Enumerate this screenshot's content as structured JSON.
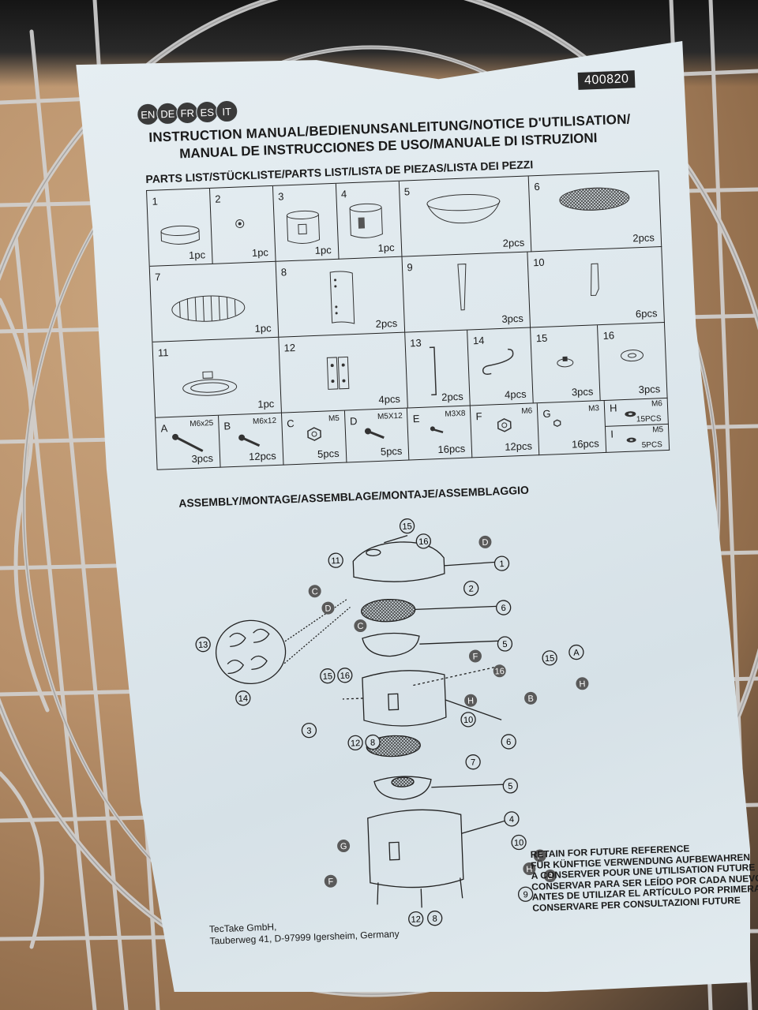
{
  "sheet": {
    "languages": [
      "EN",
      "DE",
      "FR",
      "ES",
      "IT"
    ],
    "model_number": "400820",
    "title_line1": "INSTRUCTION MANUAL/BEDIENUNSANLEITUNG/NOTICE D'UTILISATION/",
    "title_line2": "MANUAL DE INSTRUCCIONES  DE USO/MANUALE DI ISTRUZIONI",
    "parts_list_title": "PARTS LIST/STÜCKLISTE/PARTS LIST/LISTA DE PIEZAS/LISTA DEI PEZZI",
    "parts": [
      {
        "id": "1",
        "qty": "1pc",
        "size": ""
      },
      {
        "id": "2",
        "qty": "1pc",
        "size": ""
      },
      {
        "id": "3",
        "qty": "1pc",
        "size": ""
      },
      {
        "id": "4",
        "qty": "1pc",
        "size": ""
      },
      {
        "id": "5",
        "qty": "2pcs",
        "size": ""
      },
      {
        "id": "6",
        "qty": "2pcs",
        "size": ""
      },
      {
        "id": "7",
        "qty": "1pc",
        "size": ""
      },
      {
        "id": "8",
        "qty": "2pcs",
        "size": ""
      },
      {
        "id": "9",
        "qty": "3pcs",
        "size": ""
      },
      {
        "id": "10",
        "qty": "6pcs",
        "size": ""
      },
      {
        "id": "11",
        "qty": "1pc",
        "size": ""
      },
      {
        "id": "12",
        "qty": "4pcs",
        "size": ""
      },
      {
        "id": "13",
        "qty": "2pcs",
        "size": ""
      },
      {
        "id": "14",
        "qty": "4pcs",
        "size": ""
      },
      {
        "id": "15",
        "qty": "3pcs",
        "size": ""
      },
      {
        "id": "16",
        "qty": "3pcs",
        "size": ""
      },
      {
        "id": "A",
        "qty": "3pcs",
        "size": "M6x25"
      },
      {
        "id": "B",
        "qty": "12pcs",
        "size": "M6x12"
      },
      {
        "id": "C",
        "qty": "5pcs",
        "size": "M5"
      },
      {
        "id": "D",
        "qty": "5pcs",
        "size": "M5X12"
      },
      {
        "id": "E",
        "qty": "16pcs",
        "size": "M3X8"
      },
      {
        "id": "F",
        "qty": "12pcs",
        "size": "M6"
      },
      {
        "id": "G",
        "qty": "16pcs",
        "size": "M3"
      },
      {
        "id": "H",
        "qty": "15PCS",
        "size": "M6"
      },
      {
        "id": "I",
        "qty": "5PCS",
        "size": "M5"
      }
    ],
    "assembly_title": "ASSEMBLY/MONTAGE/ASSEMBLAGE/MONTAJE/ASSEMBLAGGIO",
    "callouts": [
      "15",
      "16",
      "D",
      "11",
      "1",
      "C",
      "2",
      "D",
      "6",
      "C",
      "13",
      "5",
      "F",
      "15",
      "16",
      "A",
      "16",
      "15",
      "H",
      "B",
      "H",
      "10",
      "3",
      "14",
      "12",
      "8",
      "6",
      "7",
      "5",
      "4",
      "G",
      "10",
      "F",
      "F",
      "H",
      "B",
      "9",
      "12",
      "8"
    ],
    "retain_lines": [
      "RETAIN FOR FUTURE REFERENCE",
      "FÜR KÜNFTIGE VERWENDUNG AUFBEWAHREN",
      "A CONSERVER POUR UNE UTILISATION FUTURE",
      "CONSERVAR PARA SER LEÍDO POR CADA NUEVO USUAR",
      "ANTES DE UTILIZAR EL ARTÍCULO POR PRIMERA VEZ",
      "CONSERVARE PER CONSULTAZIONI FUTURE"
    ],
    "company_line1": "TecTake GmbH,",
    "company_line2": "Tauberweg 41, D-97999 Igersheim, Germany"
  },
  "colors": {
    "paper": "#dde7ec",
    "ink": "#1a1a1a",
    "badge": "#2a2a2a",
    "kraft_paper": "#b8906a",
    "chrome_wire": "#c8c8c8"
  }
}
